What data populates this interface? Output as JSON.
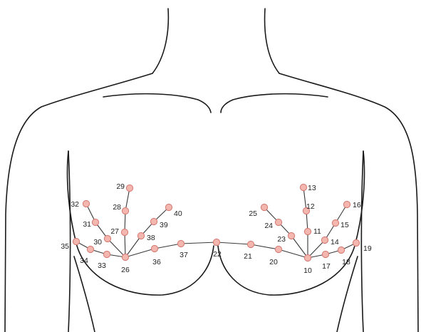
{
  "diagram": {
    "colors": {
      "outline": "#1a1a1a",
      "node_fill": "#f3b7b0",
      "node_stroke": "#d77d76",
      "link": "#3a3a3a"
    },
    "points": [
      {
        "id": "10",
        "label": "10"
      },
      {
        "id": "11",
        "label": "11"
      },
      {
        "id": "12",
        "label": "12"
      },
      {
        "id": "13",
        "label": "13"
      },
      {
        "id": "14",
        "label": "14"
      },
      {
        "id": "15",
        "label": "15"
      },
      {
        "id": "16",
        "label": "16"
      },
      {
        "id": "17",
        "label": "17"
      },
      {
        "id": "18",
        "label": "18"
      },
      {
        "id": "19",
        "label": "19"
      },
      {
        "id": "20",
        "label": "20"
      },
      {
        "id": "21",
        "label": "21"
      },
      {
        "id": "22",
        "label": "22"
      },
      {
        "id": "23",
        "label": "23"
      },
      {
        "id": "24",
        "label": "24"
      },
      {
        "id": "25",
        "label": "25"
      },
      {
        "id": "26",
        "label": "26"
      },
      {
        "id": "27",
        "label": "27"
      },
      {
        "id": "28",
        "label": "28"
      },
      {
        "id": "29",
        "label": "29"
      },
      {
        "id": "30",
        "label": "30"
      },
      {
        "id": "31",
        "label": "31"
      },
      {
        "id": "32",
        "label": "32"
      },
      {
        "id": "33",
        "label": "33"
      },
      {
        "id": "34",
        "label": "34"
      },
      {
        "id": "35",
        "label": "35"
      },
      {
        "id": "36",
        "label": "36"
      },
      {
        "id": "37",
        "label": "37"
      },
      {
        "id": "38",
        "label": "38"
      },
      {
        "id": "39",
        "label": "39"
      },
      {
        "id": "40",
        "label": "40"
      }
    ],
    "connections": [
      [
        "10",
        "11"
      ],
      [
        "11",
        "12"
      ],
      [
        "12",
        "13"
      ],
      [
        "10",
        "14"
      ],
      [
        "14",
        "15"
      ],
      [
        "15",
        "16"
      ],
      [
        "10",
        "17"
      ],
      [
        "17",
        "18"
      ],
      [
        "18",
        "19"
      ],
      [
        "10",
        "23"
      ],
      [
        "23",
        "24"
      ],
      [
        "24",
        "25"
      ],
      [
        "10",
        "20"
      ],
      [
        "20",
        "21"
      ],
      [
        "21",
        "22"
      ],
      [
        "26",
        "27"
      ],
      [
        "27",
        "28"
      ],
      [
        "28",
        "29"
      ],
      [
        "26",
        "30"
      ],
      [
        "30",
        "31"
      ],
      [
        "31",
        "32"
      ],
      [
        "26",
        "33"
      ],
      [
        "33",
        "34"
      ],
      [
        "34",
        "35"
      ],
      [
        "26",
        "36"
      ],
      [
        "36",
        "37"
      ],
      [
        "37",
        "22"
      ],
      [
        "26",
        "38"
      ],
      [
        "38",
        "39"
      ],
      [
        "39",
        "40"
      ]
    ]
  }
}
